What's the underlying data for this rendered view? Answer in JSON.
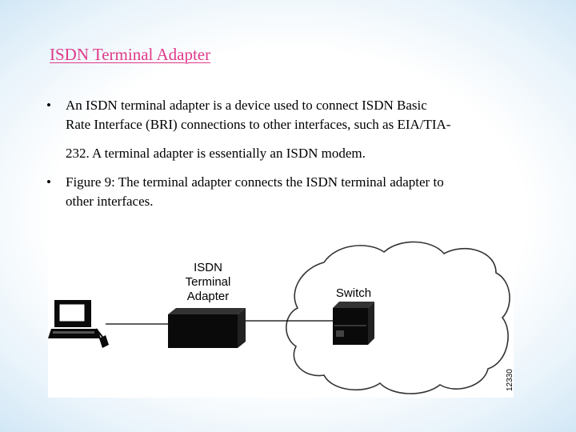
{
  "slide": {
    "title": "ISDN Terminal Adapter",
    "bullets": [
      {
        "marker": "•",
        "lines": [
          "An ISDN terminal adapter is a device used to connect ISDN Basic",
          "Rate Interface (BRI) connections to other interfaces, such as EIA/TIA-",
          "232. A terminal adapter is essentially an ISDN modem."
        ]
      },
      {
        "marker": "•",
        "lines": [
          "Figure 9: The terminal adapter connects the ISDN terminal adapter to",
          "other interfaces."
        ]
      }
    ]
  },
  "figure": {
    "adapter_label": [
      "ISDN",
      "Terminal",
      "Adapter"
    ],
    "switch_label": "Switch",
    "figure_id": "12330",
    "colors": {
      "device": "#0a0a0a",
      "cloud_stroke": "#333333",
      "background": "#ffffff"
    }
  }
}
